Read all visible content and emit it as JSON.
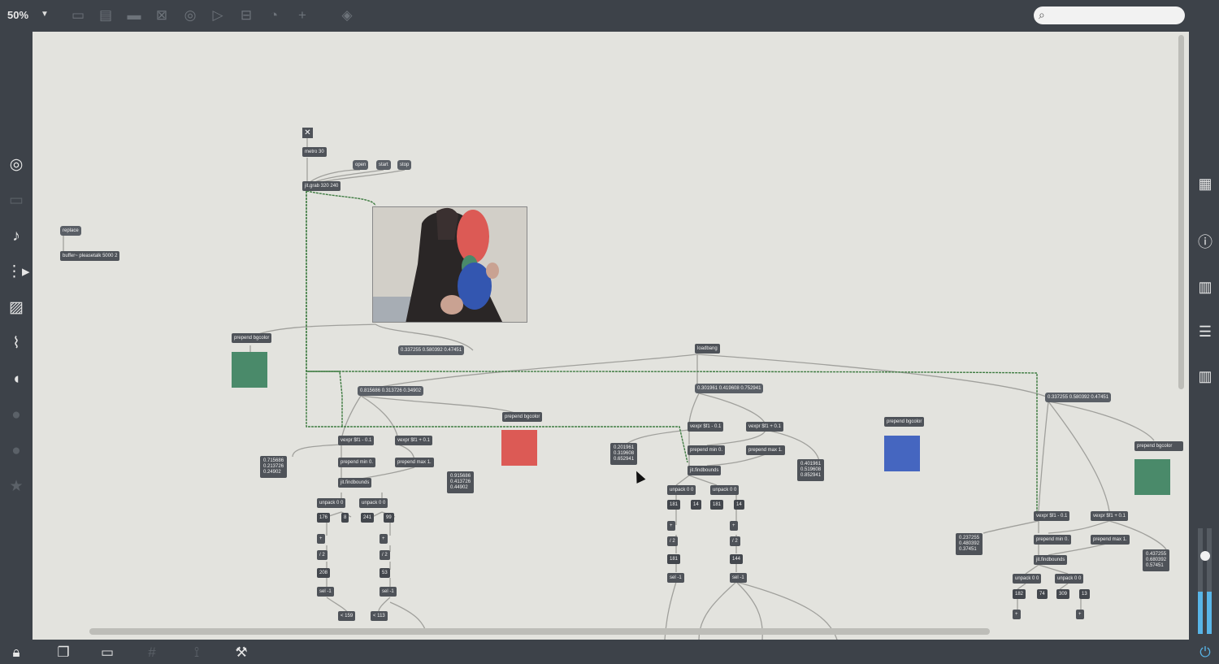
{
  "toolbar": {
    "zoom_label": "50%",
    "search_placeholder": ""
  },
  "colors": {
    "green": "#4a8a6a",
    "red": "#dc5a55",
    "blue": "#4566c0",
    "wire": "#a0a09c",
    "signal_wire": "#3f7c42"
  },
  "icons": {
    "left": [
      "target-icon",
      "keyboard-icon",
      "music-note-icon",
      "playlist-icon",
      "image-icon",
      "paperclip-icon",
      "plug-icon",
      "v-icon",
      "b-icon",
      "star-icon"
    ],
    "right": [
      "grid-icon",
      "info-icon",
      "book-icon",
      "list-icon",
      "reference-icon"
    ],
    "bottom": [
      "lock-icon",
      "windows-icon",
      "presentation-icon",
      "grid-icon",
      "add-connection-icon",
      "wrench-icon",
      "power-icon"
    ]
  },
  "patch": {
    "metro": "metro 30",
    "open": "open",
    "start": "start",
    "stop": "stop",
    "grab": "jit.grab 320 240",
    "replace": "replace",
    "buffer": "buffer~ pleasetalk 5000 2",
    "prepend_bgcolor": "prepend bgcolor",
    "loadbang": "loadbang",
    "color_msg_1": "0.337255 0.580392 0.47451",
    "color_msg_2": "0.815686 0.313726 0.34902",
    "color_msg_3": "0.301961 0.419608 0.752941",
    "color_msg_4": "0.337255 0.580392 0.47451",
    "vexpr_minus": "vexpr $f1 - 0.1",
    "vexpr_plus": "vexpr $f1 + 0.1",
    "prepend_min": "prepend min 0.",
    "prepend_max": "prepend max 1.",
    "findbounds": "jit.findbounds",
    "unpack": "unpack 0 0",
    "plus": "+",
    "div2": "/ 2",
    "sel": "sel -1",
    "out_a": "0.715686\n0.213726\n0.24902",
    "out_b": "0.915686\n0.413726\n0.44902",
    "out_c": "0.201961\n0.319608\n0.652941",
    "out_d": "0.401961\n0.519608\n0.852941",
    "out_e": "0.237255\n0.480392\n0.37451",
    "out_f": "0.437255\n0.680392\n0.57451",
    "n_176": "176",
    "n_8": "8",
    "n_241": "241",
    "n_99": "99",
    "n_208": "208",
    "n_53": "53",
    "n_181a": "181",
    "n_14a": "14",
    "n_181b": "181",
    "n_14b": "14",
    "n_181c": "181",
    "n_144": "144",
    "n_182": "182",
    "n_74": "74",
    "n_309": "309",
    "n_13": "13",
    "lt_159": "< 159",
    "lt_113": "< 113"
  }
}
